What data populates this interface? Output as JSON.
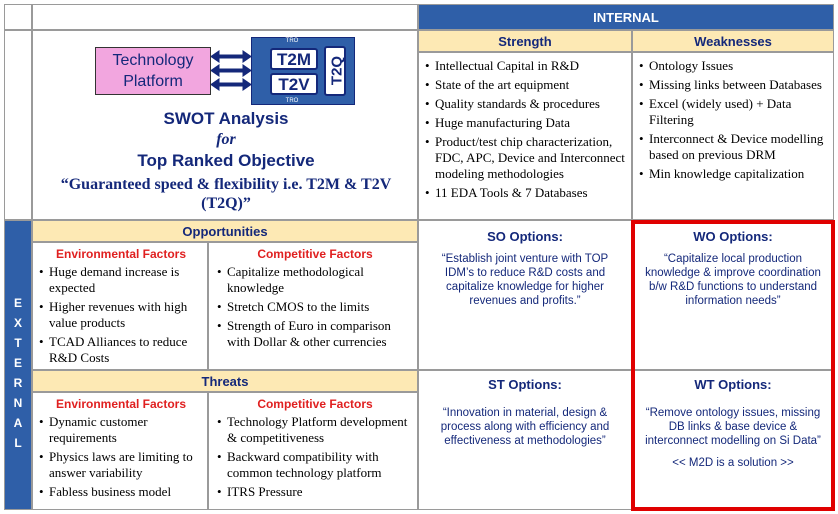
{
  "internal_header": "INTERNAL",
  "external_letters": [
    "E",
    "X",
    "T",
    "E",
    "R",
    "N",
    "A",
    "L"
  ],
  "logo": {
    "platform_label_line1": "Technology",
    "platform_label_line2": "Platform",
    "box_t2m": "T2M",
    "box_t2v": "T2V",
    "box_t2q": "T2Q",
    "tro": "TRO"
  },
  "title": {
    "line1": "SWOT Analysis",
    "line2": "for",
    "line3": "Top Ranked Objective",
    "quote": "“Guaranteed speed & flexibility i.e. T2M & T2V (T2Q)”"
  },
  "strength": {
    "header": "Strength",
    "items": [
      "Intellectual Capital in R&D",
      "State of the art equipment",
      "Quality standards & procedures",
      "Huge manufacturing Data",
      "Product/test chip characterization, FDC, APC, Device and Interconnect modeling methodologies",
      "11 EDA Tools & 7 Databases"
    ]
  },
  "weaknesses": {
    "header": "Weaknesses",
    "items": [
      "Ontology Issues",
      "Missing links between Databases",
      "Excel (widely used) + Data Filtering",
      "Interconnect & Device modelling based on previous DRM",
      "Min knowledge capitalization"
    ]
  },
  "opportunities": {
    "header": "Opportunities",
    "env_header": "Environmental Factors",
    "env_items": [
      "Huge demand increase is expected",
      "Higher revenues with high value products",
      "TCAD Alliances to reduce R&D Costs"
    ],
    "comp_header": "Competitive Factors",
    "comp_items": [
      "Capitalize methodological knowledge",
      "Stretch CMOS to the limits",
      "Strength of Euro in comparison with Dollar & other currencies"
    ]
  },
  "threats": {
    "header": "Threats",
    "env_header": "Environmental Factors",
    "env_items": [
      "Dynamic customer requirements",
      "Physics laws are limiting to answer variability",
      "Fabless business model"
    ],
    "comp_header": "Competitive Factors",
    "comp_items": [
      "Technology Platform development & competitiveness",
      "Backward compatibility with common technology platform",
      "ITRS Pressure"
    ]
  },
  "so": {
    "title": "SO Options:",
    "text": "“Establish joint venture with TOP IDM’s to reduce R&D costs and capitalize knowledge for higher revenues and profits.”"
  },
  "wo": {
    "title": "WO Options:",
    "text": "“Capitalize local production knowledge & improve coordination b/w R&D functions to understand information needs”"
  },
  "st": {
    "title": "ST Options:",
    "text": "“Innovation in material, design & process along with efficiency and effectiveness at methodologies”"
  },
  "wt": {
    "title": "WT Options:",
    "text": "“Remove ontology issues, missing DB links & base device & interconnect modelling on Si Data”",
    "note": "<< M2D is a solution >>"
  },
  "colors": {
    "navy": "#2f5fa8",
    "cream": "#fde9b4",
    "red": "#e02020",
    "pink": "#f2a6df",
    "highlight": "#e00000"
  }
}
